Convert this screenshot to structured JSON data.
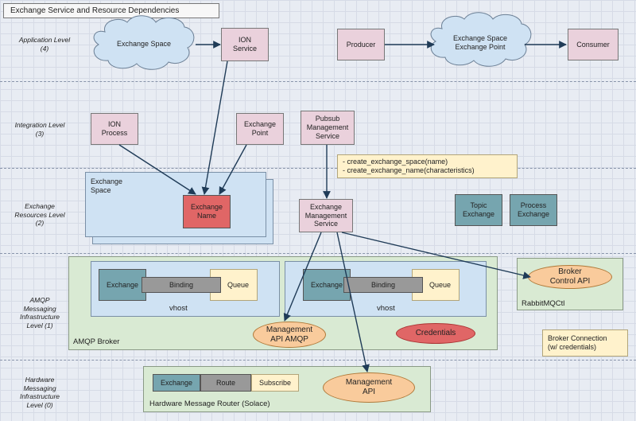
{
  "title": "Exchange Service and Resource Dependencies",
  "levels": {
    "app": "Application Level\n(4)",
    "integration": "Integration Level\n(3)",
    "resources": "Exchange\nResources Level\n(2)",
    "amqp": "AMQP\nMessaging\nInfrastructure\nLevel (1)",
    "hardware": "Hardware\nMessaging\nInfrastructure\nLevel (0)"
  },
  "nodes": {
    "exchange_space_cloud": "Exchange Space",
    "ion_service": "ION\nService",
    "producer": "Producer",
    "space_exchange_point": "Exchange Space\nExchange Point",
    "consumer": "Consumer",
    "ion_process": "ION\nProcess",
    "exchange_point": "Exchange\nPoint",
    "pubsub": "Pubsub\nManagement\nService",
    "api_note": "- create_exchange_space(name)\n- create_exchange_name(characteristics)",
    "exchange_space_box": "Exchange\nSpace",
    "exchange_name": "Exchange\nName",
    "exchange_mgmt": "Exchange\nManagement\nService",
    "topic_exchange": "Topic\nExchange",
    "process_exchange": "Process\nExchange",
    "exchange_left": "Exchange",
    "binding_left": "Binding",
    "queue_left": "Queue",
    "vhost_left": "vhost",
    "exchange_right": "Exchange",
    "binding_right": "Binding",
    "queue_right": "Queue",
    "vhost_right": "vhost",
    "mgmt_api_amqp": "Management\nAPI AMQP",
    "credentials": "Credentials",
    "amqp_broker": "AMQP Broker",
    "broker_control": "Broker\nControl API",
    "rabbitmqctl": "RabbitMQCtl",
    "broker_connection": "Broker Connection\n(w/ credentials)",
    "hw_exchange": "Exchange",
    "hw_route": "Route",
    "hw_subscribe": "Subscribe",
    "hw_mgmt_api": "Management\nAPI",
    "hw_router": "Hardware Message Router (Solace)"
  },
  "colors": {
    "pink": "#ead1dc",
    "red": "#e06666",
    "teal": "#76a5af",
    "lightblue": "#cfe2f3",
    "green": "#d9ead3",
    "yellow": "#fff2cc",
    "orange": "#f9cb9c"
  }
}
